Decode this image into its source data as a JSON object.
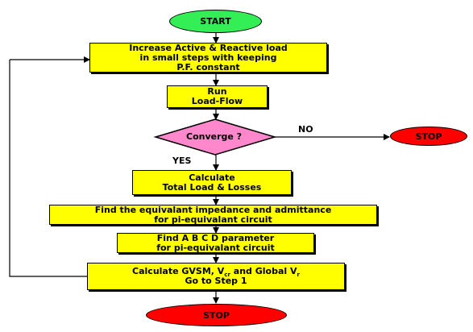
{
  "colors": {
    "process_fill": "#ffff00",
    "start_fill": "#33ee55",
    "stop_fill": "#ff0000",
    "decision_fill": "#ff88cc",
    "line": "#000000"
  },
  "nodes": {
    "start": "START",
    "step_increase": {
      "line1": "Increase Active & Reactive load",
      "line2": "in small steps with keeping",
      "line3": "P.F. constant"
    },
    "step_loadflow": {
      "line1": "Run",
      "line2": "Load-Flow"
    },
    "decision": "Converge ?",
    "no_label": "NO",
    "yes_label": "YES",
    "stop_side": "STOP",
    "step_calc_losses": {
      "line1": "Calculate",
      "line2": "Total Load & Losses"
    },
    "step_impedance": {
      "line1": "Find the equivalant impedance and admittance",
      "line2": "for pi-equivalant circuit"
    },
    "step_abcd": {
      "line1": "Find A B C D parameter",
      "line2": "for pi-equivalant circuit"
    },
    "step_gvsm": {
      "prefix": "Calculate GVSM, V",
      "sub1": "cr",
      "middle": " and Global V",
      "sub2": "r",
      "line2": "Go to Step 1"
    },
    "stop_bottom": "STOP"
  }
}
